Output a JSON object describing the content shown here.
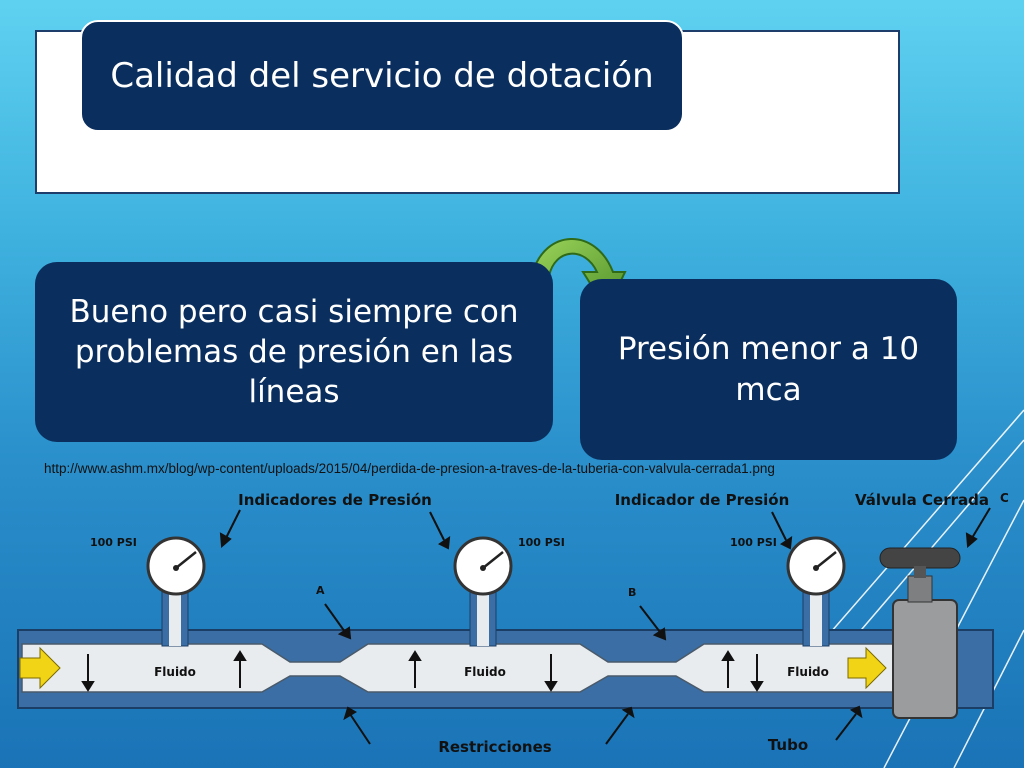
{
  "title": "Calidad del servicio de dotación",
  "left_box": "Bueno pero casi siempre con problemas de presión en las líneas",
  "right_box": "Presión menor a 10 mca",
  "source_url": "http://www.ashm.mx/blog/wp-content/uploads/2015/04/perdida-de-presion-a-traves-de-la-tuberia-con-valvula-cerrada1.png",
  "diagram": {
    "label_indicadores": "Indicadores de Presión",
    "label_indicador": "Indicador de Presión",
    "label_valvula": "Válvula Cerrada",
    "label_c": "C",
    "label_a": "A",
    "label_b": "B",
    "psi_1": "100 PSI",
    "psi_2": "100 PSI",
    "psi_3": "100 PSI",
    "fluido_1": "Fluido",
    "fluido_2": "Fluido",
    "fluido_3": "Fluido",
    "label_restricciones": "Restricciones",
    "label_tubo": "Tubo"
  },
  "colors": {
    "box": "#0a2e5e",
    "arrow_green": "#6aa83a",
    "flow_yellow": "#f2d416"
  }
}
